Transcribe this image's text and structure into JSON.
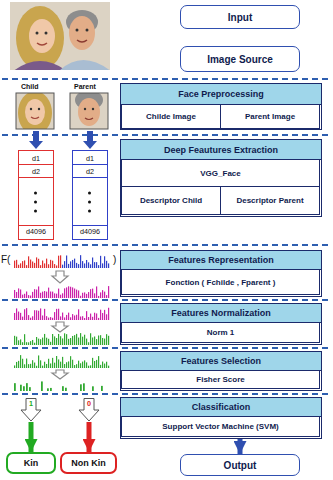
{
  "diagram": {
    "nodes": [
      {
        "text": [
          "Input"
        ]
      },
      {
        "text": [
          "Image Source"
        ]
      },
      {
        "text": [
          "Face Preprocessing"
        ]
      },
      {
        "text": [
          "Childe Image"
        ],
        "in": 2
      },
      {
        "text": [
          "Parent Image"
        ],
        "in": 2
      },
      {
        "text": [
          "Deep Feautures Extraction"
        ]
      },
      {
        "text": [
          "VGG_Face"
        ],
        "in": 5
      },
      {
        "text": [
          "Descriptor Child"
        ],
        "in": 5
      },
      {
        "text": [
          "Descriptor Parent"
        ],
        "in": 5
      },
      {
        "text": [
          "Features Representation"
        ]
      },
      {
        "text": [
          "Fonction ( Fchilde , Fparent )"
        ],
        "in": 9
      },
      {
        "text": [
          "Features Normalization"
        ]
      },
      {
        "text": [
          "Norm 1"
        ],
        "in": 11
      },
      {
        "text": [
          "Features Selection"
        ]
      },
      {
        "text": [
          "Fisher Score"
        ],
        "in": 13
      },
      {
        "text": [
          "Classification"
        ]
      },
      {
        "text": [
          "Support Vector Machine (SVM)"
        ],
        "in": 15
      },
      {
        "text": [
          "Output"
        ]
      },
      {
        "text": [
          "d1",
          "d2",
          "d4096"
        ]
      },
      {
        "text": [
          "d1",
          "d2",
          "d4096"
        ]
      },
      {
        "text": [
          "1"
        ]
      },
      {
        "text": [
          "0"
        ]
      },
      {
        "text": [
          "Kin"
        ]
      },
      {
        "text": [
          "Non Kin"
        ]
      }
    ],
    "edges": [
      {
        "from": 15,
        "to": 17,
        "arrow": "to"
      },
      {
        "from": 20,
        "to": 22,
        "arrow": "to"
      },
      {
        "from": 21,
        "to": 23,
        "arrow": "to"
      }
    ],
    "labels": [
      "Child",
      "Parent",
      "F(",
      ")"
    ]
  }
}
